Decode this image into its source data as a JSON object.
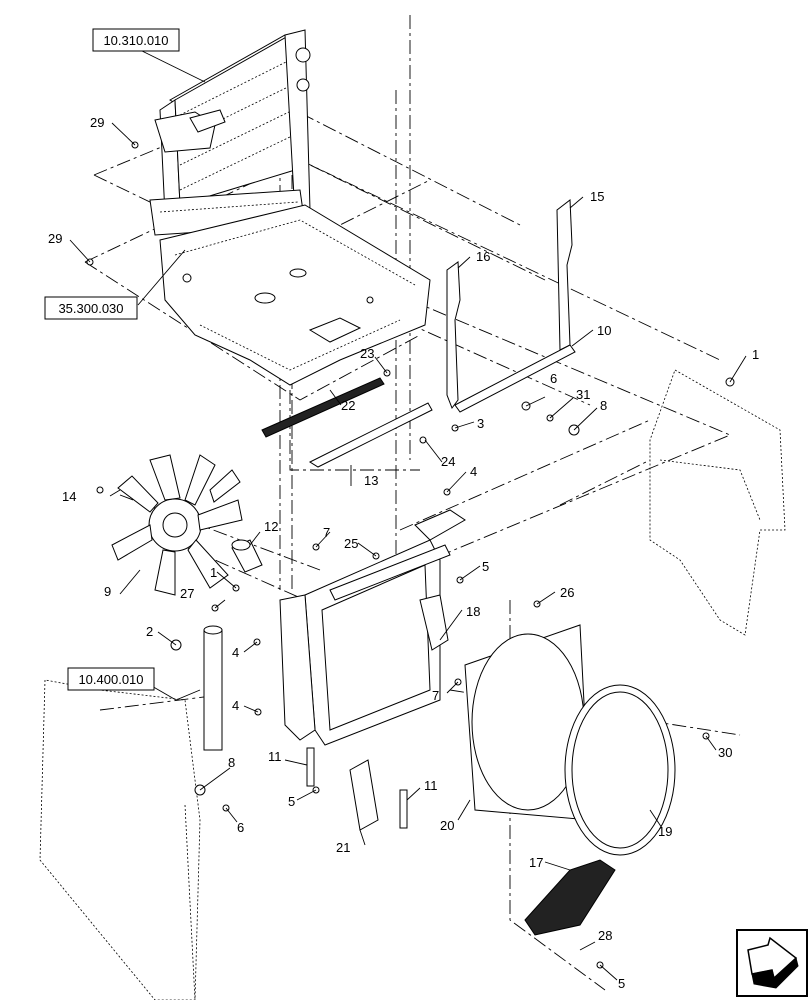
{
  "references": [
    {
      "id": "ref-10-310-010",
      "text": "10.310.010"
    },
    {
      "id": "ref-35-300-030",
      "text": "35.300.030"
    },
    {
      "id": "ref-10-400-010",
      "text": "10.400.010"
    }
  ],
  "callouts": {
    "c1a": "1",
    "c1b": "1",
    "c2": "2",
    "c3": "3",
    "c4a": "4",
    "c4b": "4",
    "c4c": "4",
    "c5a": "5",
    "c5b": "5",
    "c5c": "5",
    "c6a": "6",
    "c6b": "6",
    "c7a": "7",
    "c7b": "7",
    "c8a": "8",
    "c8b": "8",
    "c9": "9",
    "c10": "10",
    "c11a": "11",
    "c11b": "11",
    "c12": "12",
    "c13": "13",
    "c14": "14",
    "c15": "15",
    "c16": "16",
    "c17": "17",
    "c18": "18",
    "c19": "19",
    "c20": "20",
    "c21": "21",
    "c22": "22",
    "c23": "23",
    "c24": "24",
    "c25": "25",
    "c26": "26",
    "c27": "27",
    "c28": "28",
    "c29a": "29",
    "c29b": "29",
    "c30": "30",
    "c31": "31"
  },
  "nav_icon": "next-page-arrow-icon"
}
